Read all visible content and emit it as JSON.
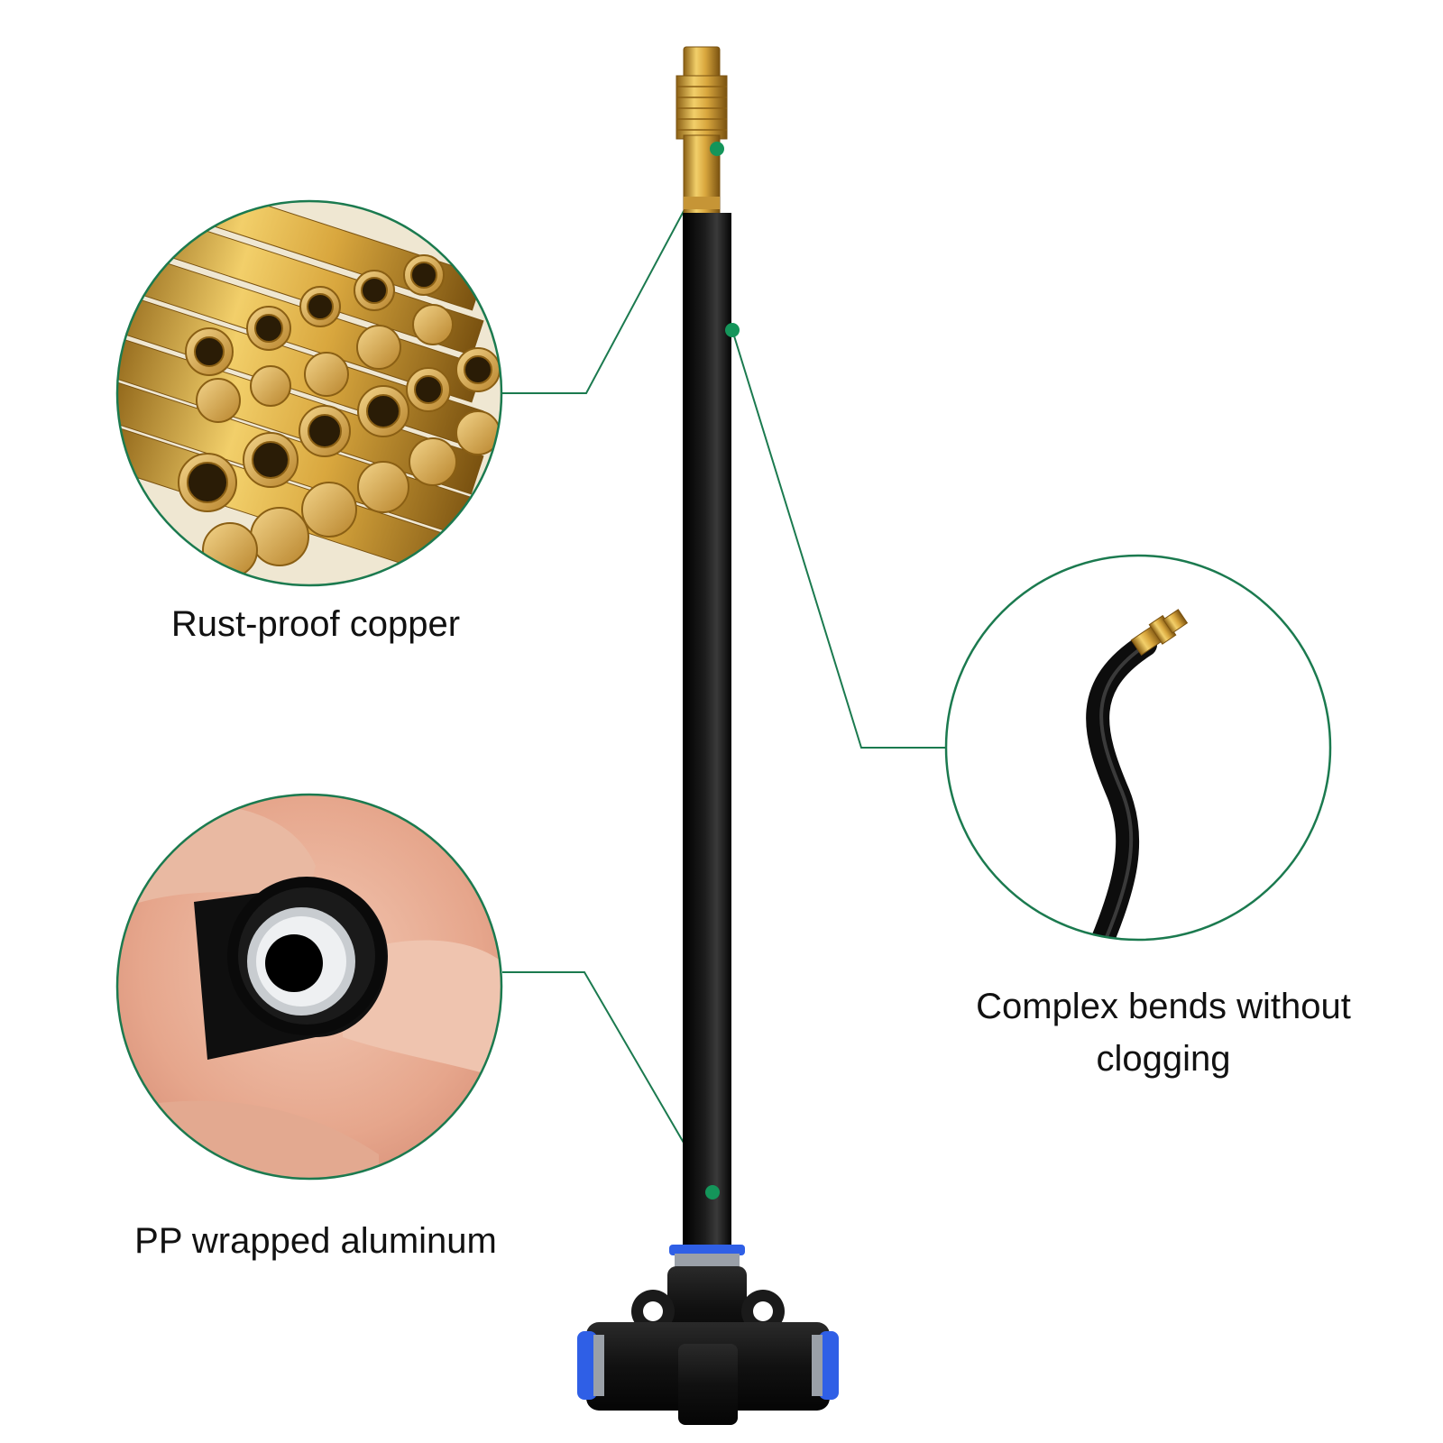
{
  "callouts": {
    "copper": {
      "label": "Rust-proof copper"
    },
    "bends": {
      "line1": "Complex bends without",
      "line2": "clogging"
    },
    "aluminum": {
      "label": "PP wrapped aluminum"
    }
  },
  "colors": {
    "accent_green": "#1b7a4f",
    "marker_green": "#14955a",
    "brass": "#c99a3c",
    "tube_black": "#111111",
    "fitting_blue": "#2f5fe6"
  },
  "icons": {
    "copper_inset": "brass-tubes-photo",
    "bend_inset": "bent-hose-photo",
    "aluminum_inset": "tube-cross-section-photo",
    "product": "misting-stem-with-tee-fitting"
  }
}
